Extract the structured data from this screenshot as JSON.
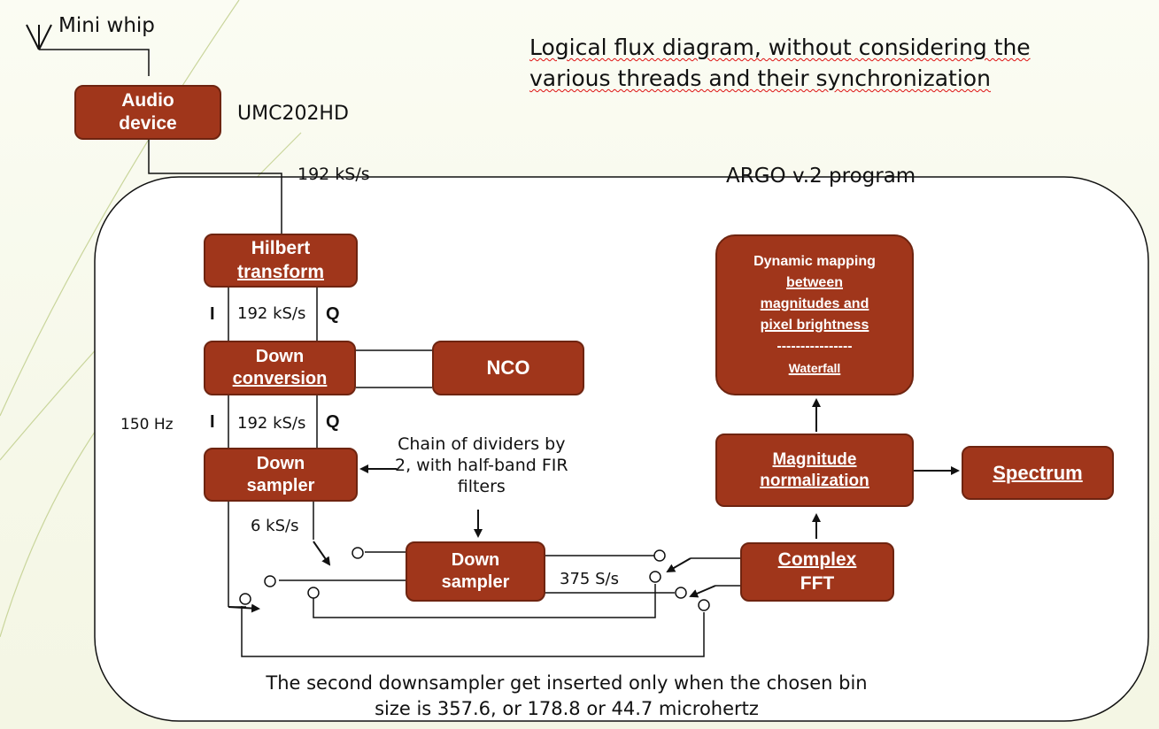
{
  "antenna_label": "Mini whip",
  "header_note": [
    "Logical flux diagram, without considering the",
    "various threads and their synchronization"
  ],
  "program_label": "ARGO v.2  program",
  "device_model": "UMC202HD",
  "blocks": {
    "audio_device": [
      "Audio",
      "device"
    ],
    "hilbert": [
      "Hilbert",
      "transform"
    ],
    "down_conversion": [
      "Down",
      "conversion"
    ],
    "nco": "NCO",
    "down_sampler_1": [
      "Down",
      "sampler"
    ],
    "down_sampler_2": [
      "Down",
      "sampler"
    ],
    "complex_fft": [
      "Complex",
      "FFT"
    ],
    "magnitude_norm": [
      "Magnitude",
      "normalization"
    ],
    "spectrum": "Spectrum",
    "mapping": [
      "Dynamic mapping",
      "between",
      "magnitudes and",
      "pixel brightness",
      "----------------",
      "Waterfall"
    ]
  },
  "rates": {
    "input": "192 kS/s",
    "after_hilbert": "192 kS/s",
    "after_downconv": "192 kS/s",
    "after_downsampler": "6 kS/s",
    "after_second_downsampler": "375 S/s"
  },
  "channel_i": "I",
  "channel_q": "Q",
  "offset_freq": "150 Hz",
  "divider_note": [
    "Chain of dividers by",
    "2, with half-band FIR",
    "filters"
  ],
  "bottom_note": [
    "The second downsampler get inserted only when the chosen bin",
    "size is 357.6, or 178.8 or 44.7 microhertz"
  ],
  "colors": {
    "block_fill": "#a0361b",
    "block_border": "#6e2410",
    "background": "#f6f8e9"
  }
}
